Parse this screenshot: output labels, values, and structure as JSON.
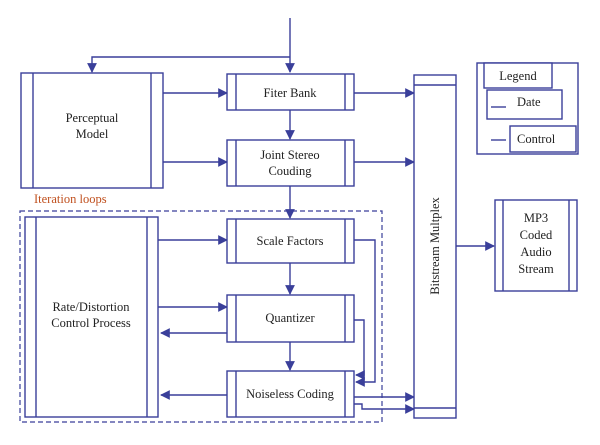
{
  "nodes": {
    "perceptual_model": [
      "Perceptual",
      "Model"
    ],
    "filter_bank": "Fiter Bank",
    "joint_stereo": [
      "Joint Stereo",
      "Couding"
    ],
    "scale_factors": "Scale Factors",
    "quantizer": "Quantizer",
    "noiseless_coding": "Noiseless Coding",
    "rate_distortion": [
      "Rate/Distortion",
      "Control Process"
    ],
    "bitstream": "Bitstream Multplex",
    "mp3_output": [
      "MP3",
      "Coded",
      "Audio",
      "Stream"
    ]
  },
  "iteration_loops_label": "Iteration loops",
  "legend": {
    "title": "Legend",
    "items": [
      "Date",
      "Control"
    ]
  },
  "colors": {
    "line": "#3a3f9a",
    "iteration_label": "#c0501e",
    "text": "#222222"
  }
}
